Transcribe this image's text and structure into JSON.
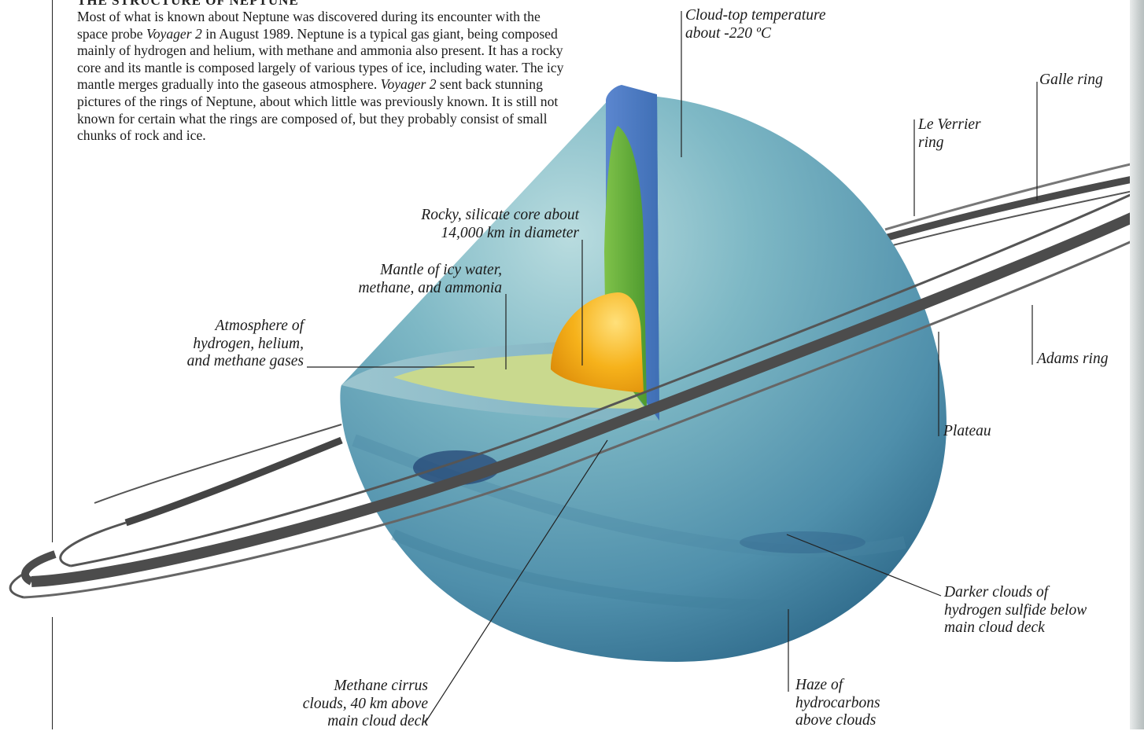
{
  "heading": "THE STRUCTURE OF NEPTUNE",
  "intro": [
    {
      "text": "Most of what is known about Neptune was discovered during its encounter with the space probe ",
      "italic": false
    },
    {
      "text": "Voyager 2",
      "italic": true
    },
    {
      "text": " in August 1989. Neptune is a typical gas giant, being composed mainly of hydrogen and helium, with methane and ammonia also present. It has a rocky core and its mantle is composed largely of various types of ice, including water. The icy mantle merges gradually into the gaseous atmosphere. ",
      "italic": false
    },
    {
      "text": "Voyager 2",
      "italic": true
    },
    {
      "text": " sent back stunning pictures of the rings of Neptune, about which little was previously known. It is still not known for certain what the rings are composed of, but they probably consist of small chunks of rock and ice.",
      "italic": false
    }
  ],
  "labels": {
    "cloud_top": [
      "Cloud-top temperature",
      "about -220 ºC"
    ],
    "galle_ring": [
      "Galle ring"
    ],
    "le_verrier_ring": [
      "Le Verrier",
      "ring"
    ],
    "core": [
      "Rocky, silicate core about",
      "14,000 km in diameter"
    ],
    "mantle": [
      "Mantle of icy water,",
      "methane, and ammonia"
    ],
    "atmosphere": [
      "Atmosphere of",
      "hydrogen, helium,",
      "and methane gases"
    ],
    "adams_ring": [
      "Adams ring"
    ],
    "plateau": [
      "Plateau"
    ],
    "darker_clouds": [
      "Darker clouds of",
      "hydrogen sulfide below",
      "main cloud deck"
    ],
    "cirrus": [
      "Methane cirrus",
      "clouds, 40 km above",
      "main cloud deck"
    ],
    "haze": [
      "Haze of",
      "hydrocarbons",
      "above clouds"
    ]
  },
  "colors": {
    "planet_surface": "#5f9fb4",
    "planet_dark": "#2f6f8c",
    "cut_face": "#7fb0bf",
    "mantle": "#c9d88a",
    "mantle_band": "#5fae3a",
    "core": "#f2a310",
    "ring": "#3d3d3d"
  }
}
